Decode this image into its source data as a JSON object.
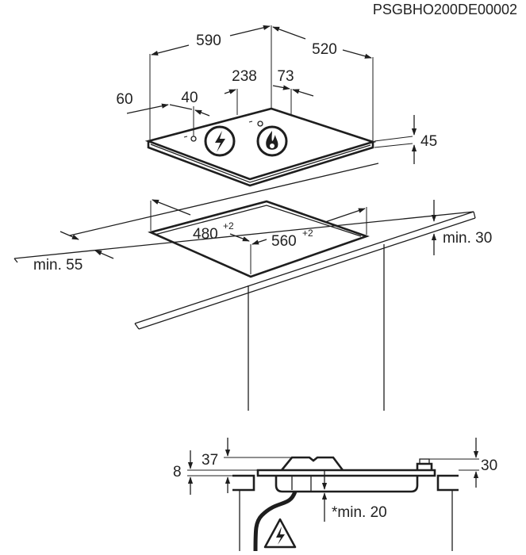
{
  "code": "PSGBHO200DE00002",
  "top_view": {
    "width": "590",
    "depth": "520",
    "d238": "238",
    "d73": "73",
    "d60": "60",
    "d40": "40",
    "height": "45"
  },
  "cutout": {
    "depth": "480",
    "depth_tol": "+2",
    "width": "560",
    "width_tol": "+2",
    "min_front": "min. 55",
    "min_wall": "min. 30"
  },
  "section": {
    "d8": "8",
    "d37": "37",
    "d30": "30",
    "min_below": "*min. 20"
  },
  "icons": [
    "electric-ignition-icon",
    "flame-icon",
    "high-voltage-warning-icon"
  ]
}
